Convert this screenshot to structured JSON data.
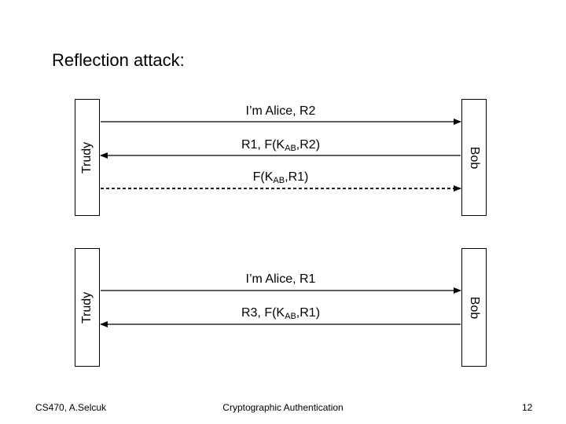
{
  "slide": {
    "title": "Reflection attack:",
    "diagram1": {
      "left_party": "Trudy",
      "right_party": "Bob",
      "messages": [
        {
          "pre": "I’m Alice, R2",
          "sub": "",
          "post": "",
          "direction": "right",
          "style": "solid"
        },
        {
          "pre": "R1, F(K",
          "sub": "AB",
          "post": ",R2)",
          "direction": "left",
          "style": "solid"
        },
        {
          "pre": "F(K",
          "sub": "AB",
          "post": ",R1)",
          "direction": "right",
          "style": "dashed"
        }
      ]
    },
    "diagram2": {
      "left_party": "Trudy",
      "right_party": "Bob",
      "messages": [
        {
          "pre": "I’m Alice, R1",
          "sub": "",
          "post": "",
          "direction": "right",
          "style": "solid"
        },
        {
          "pre": "R3, F(K",
          "sub": "AB",
          "post": ",R1)",
          "direction": "left",
          "style": "solid"
        }
      ]
    },
    "footer": {
      "left": "CS470, A.Selcuk",
      "center": "Cryptographic Authentication",
      "right": "12"
    }
  }
}
